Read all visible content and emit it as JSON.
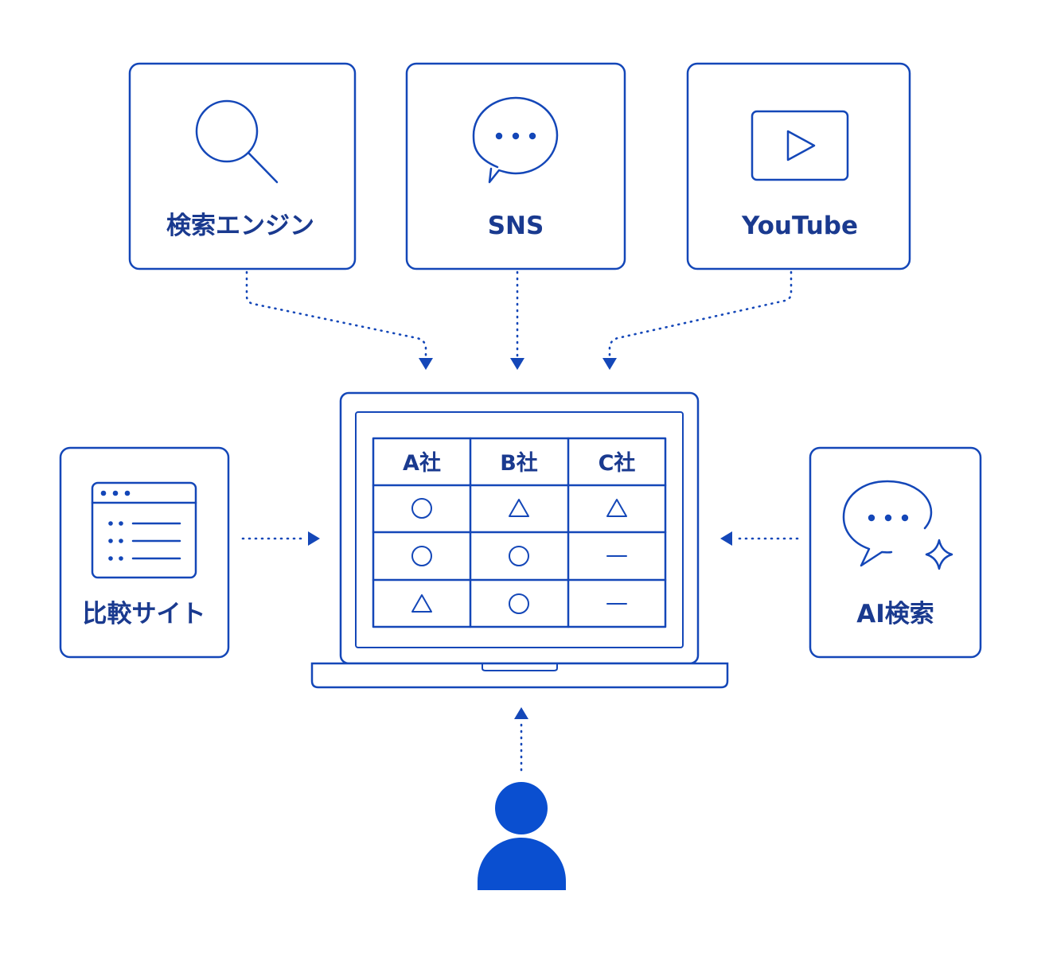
{
  "colors": {
    "stroke": "#1447b8",
    "text": "#1a3a8f",
    "person": "#0a4fd0",
    "background": "#ffffff"
  },
  "sources": {
    "search_engine": {
      "label": "検索エンジン",
      "icon": "magnifier-icon"
    },
    "sns": {
      "label": "SNS",
      "icon": "speech-bubble-icon"
    },
    "youtube": {
      "label": "YouTube",
      "icon": "video-play-icon"
    },
    "comparison_site": {
      "label": "比較サイト",
      "icon": "browser-list-icon"
    },
    "ai_search": {
      "label": "AI検索",
      "icon": "ai-chat-sparkle-icon"
    }
  },
  "table": {
    "headers": [
      "A社",
      "B社",
      "C社"
    ],
    "rows": [
      [
        "circle",
        "triangle",
        "triangle"
      ],
      [
        "circle",
        "circle",
        "dash"
      ],
      [
        "triangle",
        "circle",
        "dash"
      ]
    ]
  },
  "user": {
    "icon": "person-icon"
  }
}
